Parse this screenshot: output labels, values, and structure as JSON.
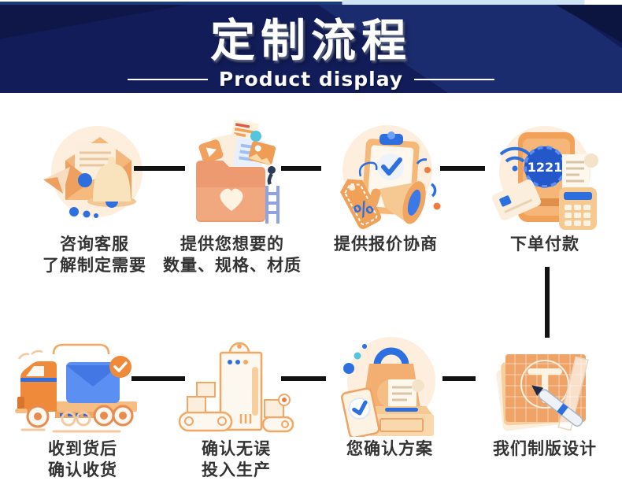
{
  "banner": {
    "title": "定制流程",
    "subtitle": "Product display",
    "bg_color": "#121c59",
    "facet_light_color": "#1b2c6e",
    "facet_dark_color": "#0e1747",
    "text_color": "#ffffff"
  },
  "flow": {
    "connector_color": "#121212",
    "label_color": "#333333",
    "accent_blue": "#2e6fe0",
    "accent_orange": "#f2a159"
  },
  "steps": [
    {
      "name": "consult",
      "icon": "consult-bell-icon",
      "label_lines": [
        "咨询客服",
        "了解制定需要"
      ]
    },
    {
      "name": "requirements",
      "icon": "folder-heart-icon",
      "label_lines": [
        "提供您想要的",
        "数量、规格、材质"
      ]
    },
    {
      "name": "quotation",
      "icon": "clipboard-megaphone-icon",
      "label_lines": [
        "提供报价协商"
      ],
      "tag_symbol": "%"
    },
    {
      "name": "payment",
      "icon": "phone-pos-icon",
      "label_lines": [
        "下单付款"
      ],
      "phone_display": "1221"
    },
    {
      "name": "plate-design",
      "icon": "blueprint-pen-icon",
      "label_lines": [
        "我们制版设计"
      ]
    },
    {
      "name": "confirm-plan",
      "icon": "bag-receipt-icon",
      "label_lines": [
        "您确认方案"
      ]
    },
    {
      "name": "production",
      "icon": "factory-conveyor-icon",
      "label_lines": [
        "确认无误",
        "投入生产"
      ]
    },
    {
      "name": "receive",
      "icon": "truck-envelope-icon",
      "label_lines": [
        "收到货后",
        "确认收货"
      ]
    }
  ]
}
